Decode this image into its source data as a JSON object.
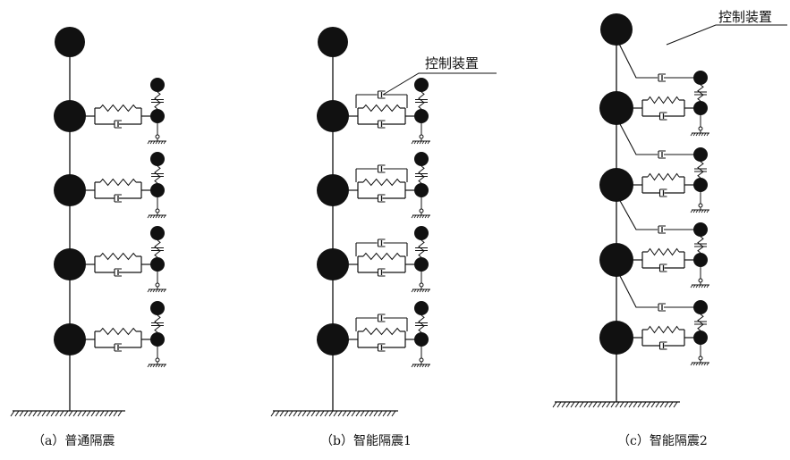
{
  "captions": {
    "a": "（a）普通隔震",
    "b": "（b）智能隔震1",
    "c": "（c）智能隔震2"
  },
  "labels": {
    "control_device_b": "控制装置",
    "control_device_c": "控制装置"
  },
  "colors": {
    "ink": "#111111",
    "mass": "#111111",
    "background": "#ffffff"
  }
}
